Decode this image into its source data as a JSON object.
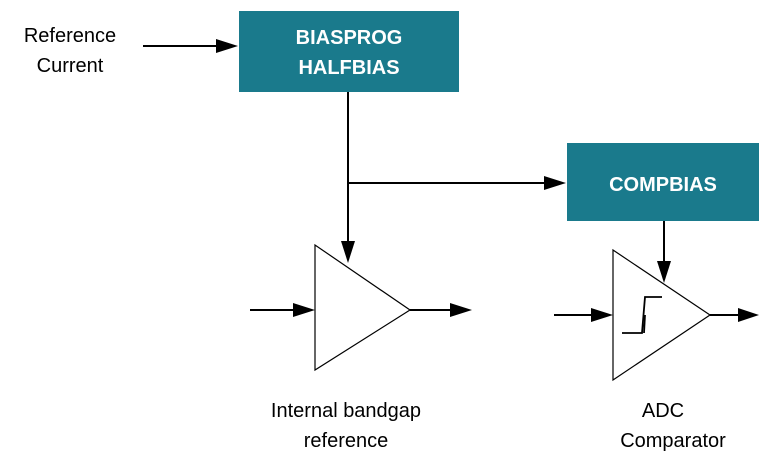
{
  "colors": {
    "block_fill": "#1a7a8c",
    "block_text": "#ffffff",
    "line": "#000000"
  },
  "input": {
    "line1": "Reference",
    "line2": "Current"
  },
  "biasprog_block": {
    "line1": "BIASPROG",
    "line2": "HALFBIAS"
  },
  "compbias_block": {
    "label": "COMPBIAS"
  },
  "bandgap": {
    "line1": "Internal bandgap",
    "line2": "reference"
  },
  "comparator": {
    "line1": "ADC",
    "line2": "Comparator"
  }
}
